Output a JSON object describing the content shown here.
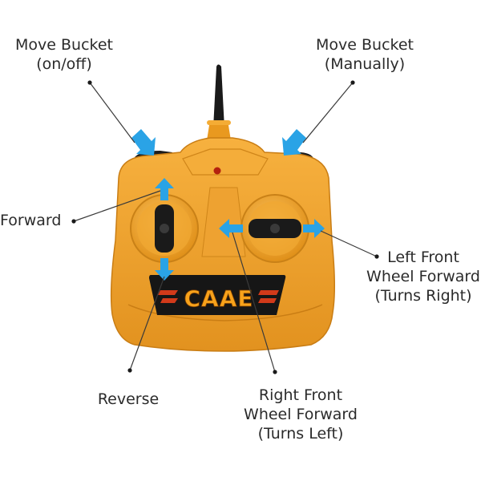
{
  "labels": {
    "move_bucket_onoff": {
      "line1": "Move Bucket",
      "line2": "(on/off)"
    },
    "move_bucket_manual": {
      "line1": "Move Bucket",
      "line2": "(Manually)"
    },
    "forward": "Forward",
    "left_front": {
      "line1": "Left Front",
      "line2": "Wheel Forward",
      "line3": "(Turns Right)"
    },
    "reverse": "Reverse",
    "right_front": {
      "line1": "Right Front",
      "line2": "Wheel Forward",
      "line3": "(Turns Left)"
    }
  },
  "brand_text": "CAAE",
  "colors": {
    "body": "#f2a531",
    "body_dark": "#d98a1c",
    "arrow": "#2aa3e6",
    "joystick": "#1a1a1a",
    "panel": "#161616",
    "logo": "#f7a21b",
    "leader": "#3a3a3a"
  }
}
